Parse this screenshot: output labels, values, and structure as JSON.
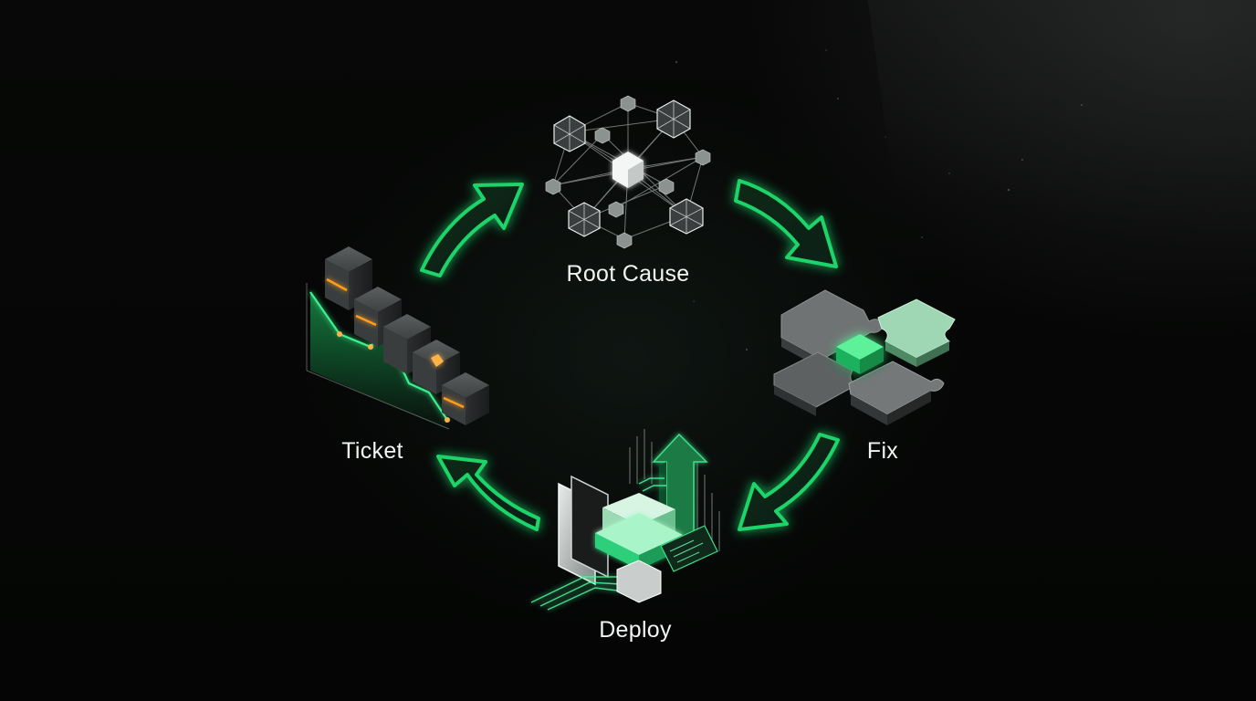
{
  "nodes": {
    "root_cause": {
      "label": "Root Cause"
    },
    "fix": {
      "label": "Fix"
    },
    "deploy": {
      "label": "Deploy"
    },
    "ticket": {
      "label": "Ticket"
    }
  },
  "colors": {
    "background": "#050605",
    "accent_green": "#1fd46b",
    "highlight_orange": "#ff9d1f",
    "label_text": "#f2f4f3"
  },
  "icons": [
    "network-graph-icon",
    "puzzle-icon",
    "server-deploy-icon",
    "bar-chart-icon",
    "cycle-arrow-icon"
  ]
}
